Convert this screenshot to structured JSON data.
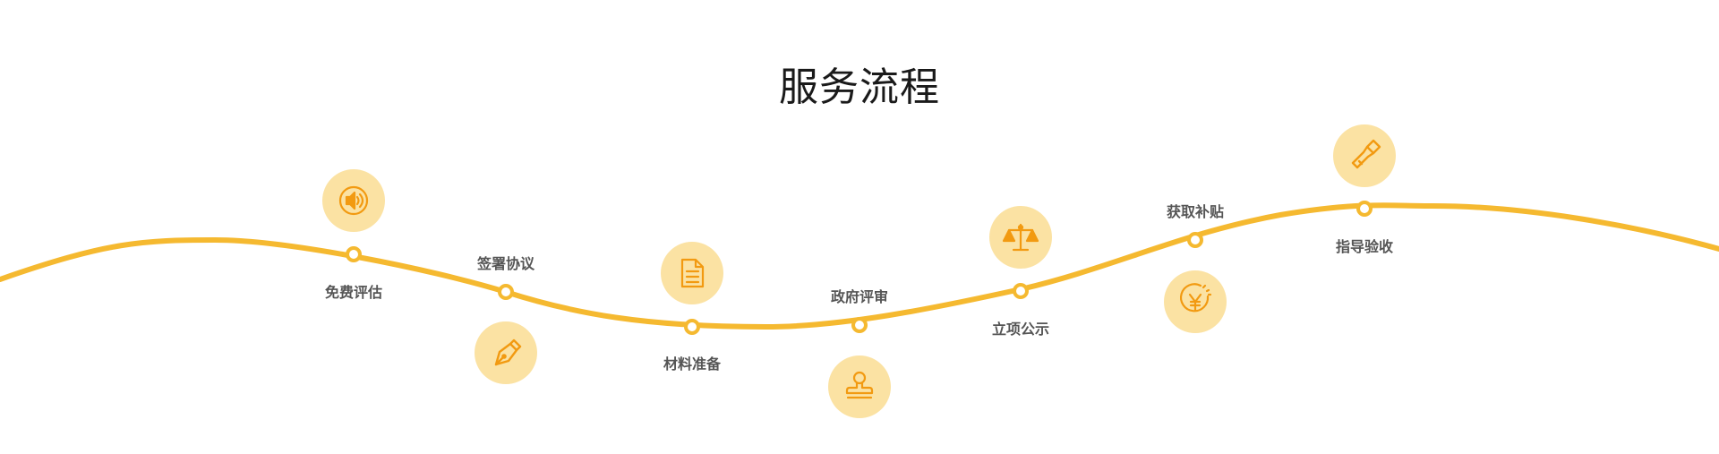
{
  "title": "服务流程",
  "colors": {
    "accent": "#f5b930",
    "icon": "#f29a11",
    "icon_bg": "#fbe2a3",
    "label": "#555555",
    "title": "#1a1a1a"
  },
  "steps": [
    {
      "label": "免费评估",
      "icon": "speaker-icon"
    },
    {
      "label": "签署协议",
      "icon": "pen-nib-icon"
    },
    {
      "label": "材料准备",
      "icon": "document-icon"
    },
    {
      "label": "政府评审",
      "icon": "stamp-icon"
    },
    {
      "label": "立项公示",
      "icon": "scales-icon"
    },
    {
      "label": "获取补贴",
      "icon": "yen-coin-icon"
    },
    {
      "label": "指导验收",
      "icon": "flashlight-icon"
    }
  ]
}
